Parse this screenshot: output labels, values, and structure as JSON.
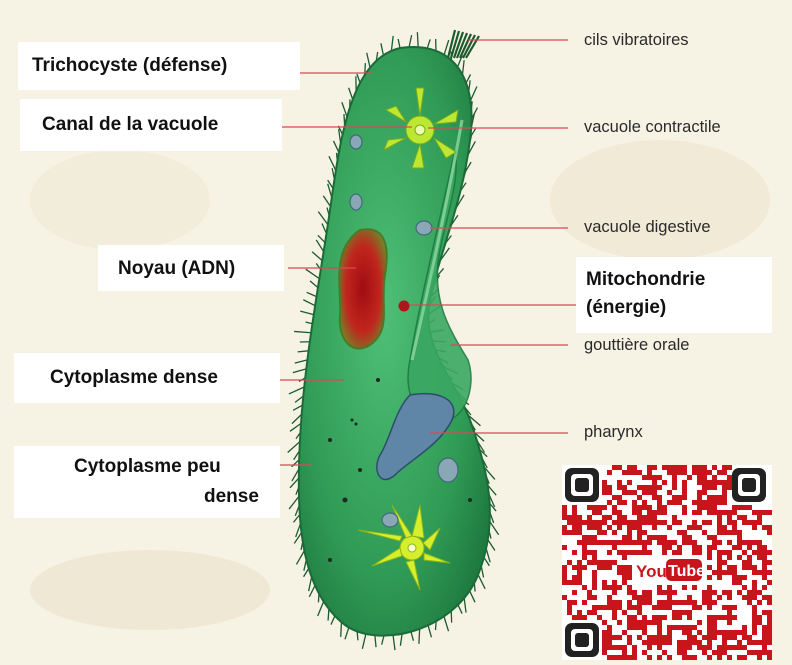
{
  "left_labels": [
    {
      "id": "trichocyste",
      "text": "Trichocyste (défense)"
    },
    {
      "id": "canal",
      "text": "Canal de la vacuole"
    },
    {
      "id": "noyau",
      "text": "Noyau (ADN)"
    },
    {
      "id": "cytoplasme-dense",
      "text": "Cytoplasme dense"
    },
    {
      "id": "cytoplasme-peu-dense-1",
      "text": "Cytoplasme peu"
    },
    {
      "id": "cytoplasme-peu-dense-2",
      "text": "dense"
    }
  ],
  "right_labels": [
    {
      "id": "cils",
      "text": "cils vibratoires"
    },
    {
      "id": "vacuole-contractile",
      "text": "vacuole contractile"
    },
    {
      "id": "vacuole-digestive",
      "text": "vacuole digestive"
    },
    {
      "id": "gouttiere",
      "text": "gouttière orale"
    },
    {
      "id": "pharynx",
      "text": "pharynx"
    }
  ],
  "mitochondrie": {
    "line1": "Mitochondrie",
    "line2": "(énergie)"
  },
  "youtube": {
    "you": "You",
    "tube": "Tube"
  },
  "colors": {
    "body_green": "#2f9a55",
    "inner_green": "#3eb06a",
    "nucleus_red": "#b3141c",
    "leader_line": "#d9485a",
    "qr_red": "#c8151b"
  }
}
